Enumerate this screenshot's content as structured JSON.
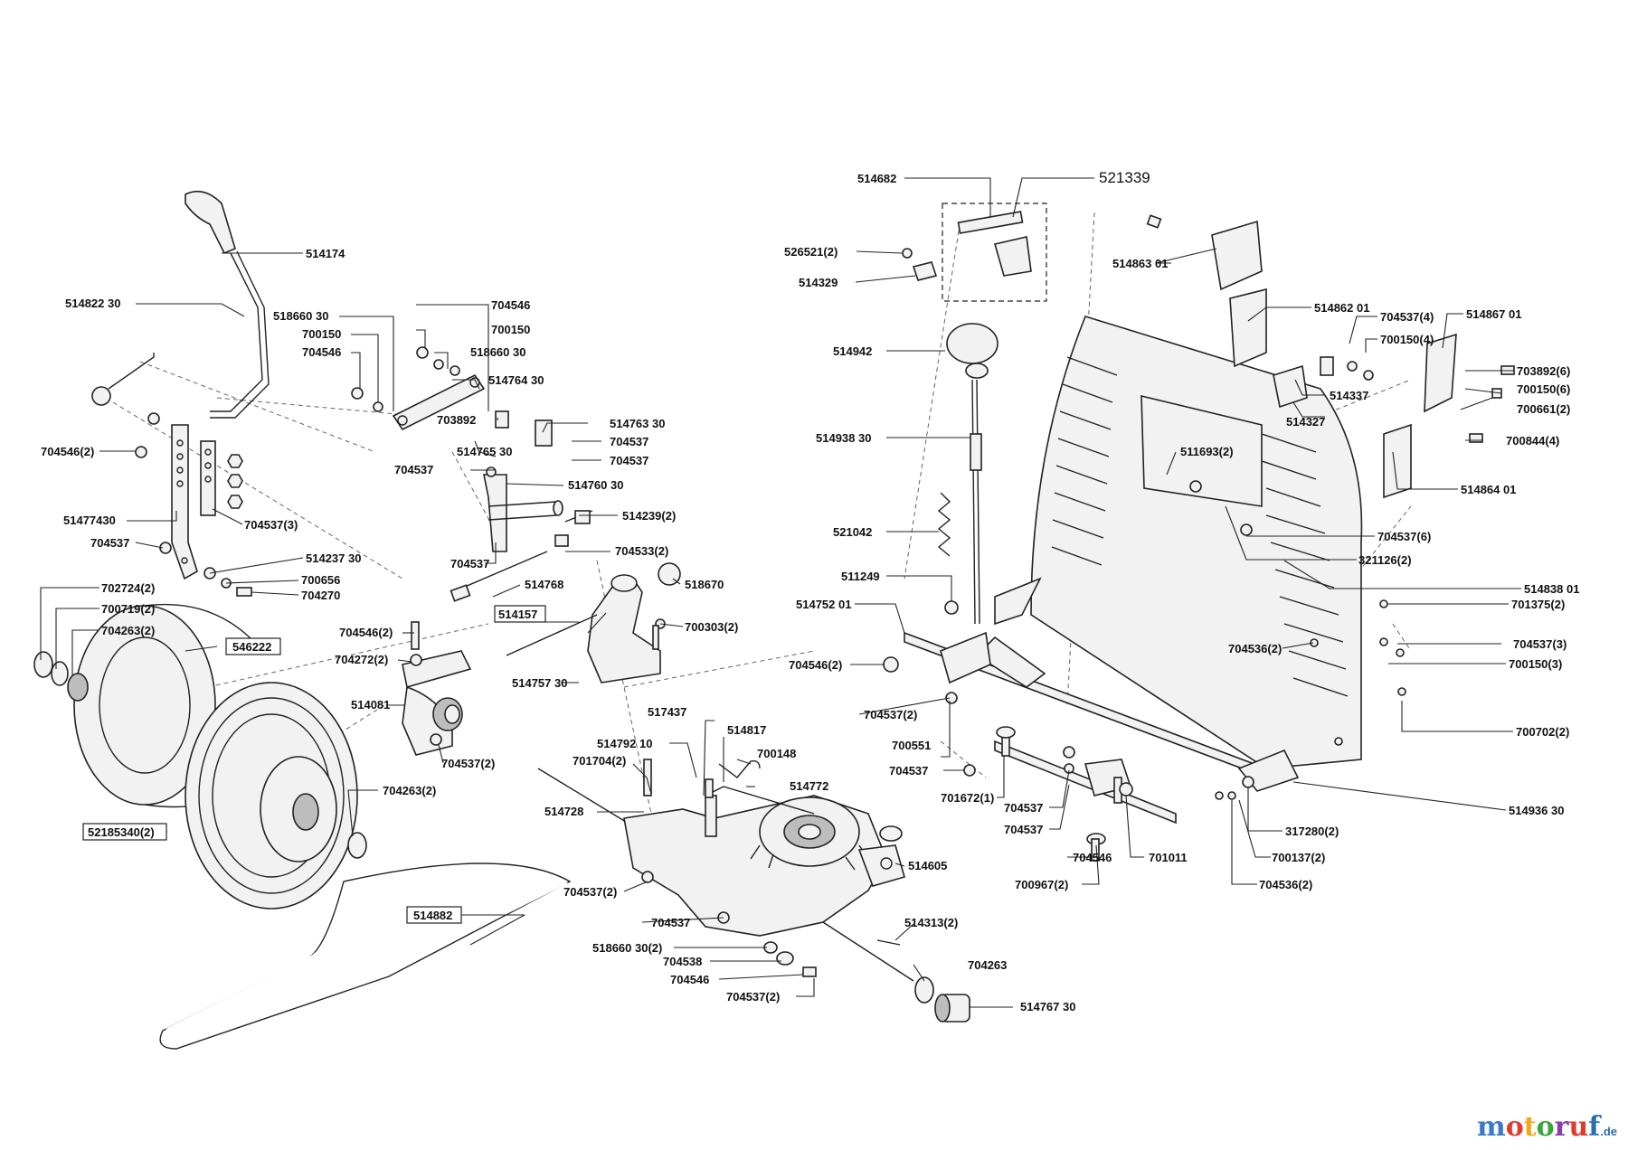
{
  "colors": {
    "line": "#222222",
    "brand_m": "#3a7bc8",
    "brand_o1": "#e23b2e",
    "brand_t": "#f2a71b",
    "brand_o2": "#3aa63a",
    "brand_r": "#8a3fb0",
    "brand_u": "#e23b2e",
    "brand_f": "#2a6db0"
  },
  "labels": {
    "p514174": "514174",
    "p514822_30": "514822 30",
    "p704546_2a": "704546(2)",
    "p51477430": "51477430",
    "p704537_a": "704537",
    "p704537_3a": "704537(3)",
    "p514237_30": "514237 30",
    "p700656": "700656",
    "p704270": "704270",
    "p702724_2": "702724(2)",
    "p700719_2": "700719(2)",
    "p704263_2a": "704263(2)",
    "p546222": "546222",
    "p704263_2b": "704263(2)",
    "p52185340_2": "52185340(2)",
    "p514882": "514882",
    "p518660_30a": "518660 30",
    "p700150a": "700150",
    "p704546a": "704546",
    "p704546b": "704546",
    "p700150b": "700150",
    "p518660_30b": "518660 30",
    "p514764_30": "514764 30",
    "p703892": "703892",
    "p514763_30": "514763 30",
    "p514765_30": "514765 30",
    "p704537_b": "704537",
    "p704537_c": "704537",
    "p704537_d": "704537",
    "p514760_30": "514760 30",
    "p514239_2": "514239(2)",
    "p704537_e": "704537",
    "p704533_2": "704533(2)",
    "p514768": "514768",
    "p518670": "518670",
    "p514157": "514157",
    "p700303_2": "700303(2)",
    "p704546_2b": "704546(2)",
    "p704272_2": "704272(2)",
    "p514081": "514081",
    "p704537_2a": "704537(2)",
    "p514757_30": "514757 30",
    "p517437": "517437",
    "p514817": "514817",
    "p514792_10": "514792 10",
    "p700148": "700148",
    "p701704_2": "701704(2)",
    "p514772": "514772",
    "p514728": "514728",
    "p514605": "514605",
    "p704537_2b": "704537(2)",
    "p704537_f": "704537",
    "p514313_2": "514313(2)",
    "p518660_30_2": "518660 30(2)",
    "p704538": "704538",
    "p704546c": "704546",
    "p704263": "704263",
    "p704537_2c": "704537(2)",
    "p514767_30": "514767 30",
    "p514682": "514682",
    "p521339": "521339",
    "p526521_2": "526521(2)",
    "p514329": "514329",
    "p514942": "514942",
    "p514938_30": "514938 30",
    "p521042": "521042",
    "p511249": "511249",
    "p514752_01": "514752 01",
    "p704546_2c": "704546(2)",
    "p704537_2d": "704537(2)",
    "p700551": "700551",
    "p704537_g": "704537",
    "p701672_1": "701672(1)",
    "p704537_h": "704537",
    "p704537_i": "704537",
    "p704546d": "704546",
    "p700967_2": "700967(2)",
    "p701011": "701011",
    "p514863_01": "514863 01",
    "p514862_01": "514862 01",
    "p704537_4": "704537(4)",
    "p700150_4": "700150(4)",
    "p514867_01": "514867 01",
    "p514337": "514337",
    "p514327": "514327",
    "p703892_6": "703892(6)",
    "p700150_6": "700150(6)",
    "p700661_2": "700661(2)",
    "p700844_4": "700844(4)",
    "p514864_01": "514864 01",
    "p511693_2": "511693(2)",
    "p704537_6": "704537(6)",
    "p321126_2": "321126(2)",
    "p514838_01": "514838 01",
    "p701375_2": "701375(2)",
    "p704536_2a": "704536(2)",
    "p704537_3b": "704537(3)",
    "p700150_3": "700150(3)",
    "p700702_2": "700702(2)",
    "p514936_30": "514936 30",
    "p317280_2": "317280(2)",
    "p700137_2": "700137(2)",
    "p704536_2b": "704536(2)"
  },
  "brand": {
    "m": "m",
    "o1": "o",
    "t": "t",
    "o2": "o",
    "r": "r",
    "u": "u",
    "f": "f",
    "de": ".de"
  }
}
